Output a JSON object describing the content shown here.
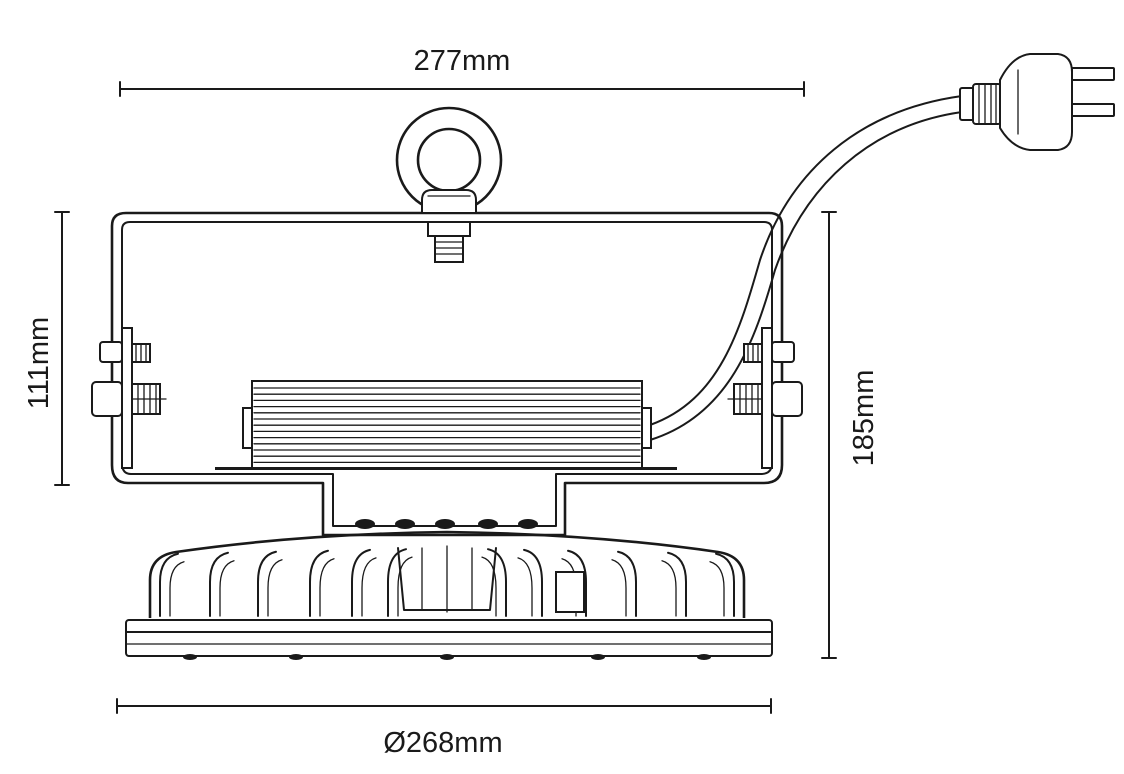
{
  "dimensions": {
    "width_top": "277mm",
    "height_bracket": "111mm",
    "height_total": "185mm",
    "diameter": "Ø268mm"
  },
  "colors": {
    "line": "#1a1a1a",
    "background": "#ffffff"
  }
}
